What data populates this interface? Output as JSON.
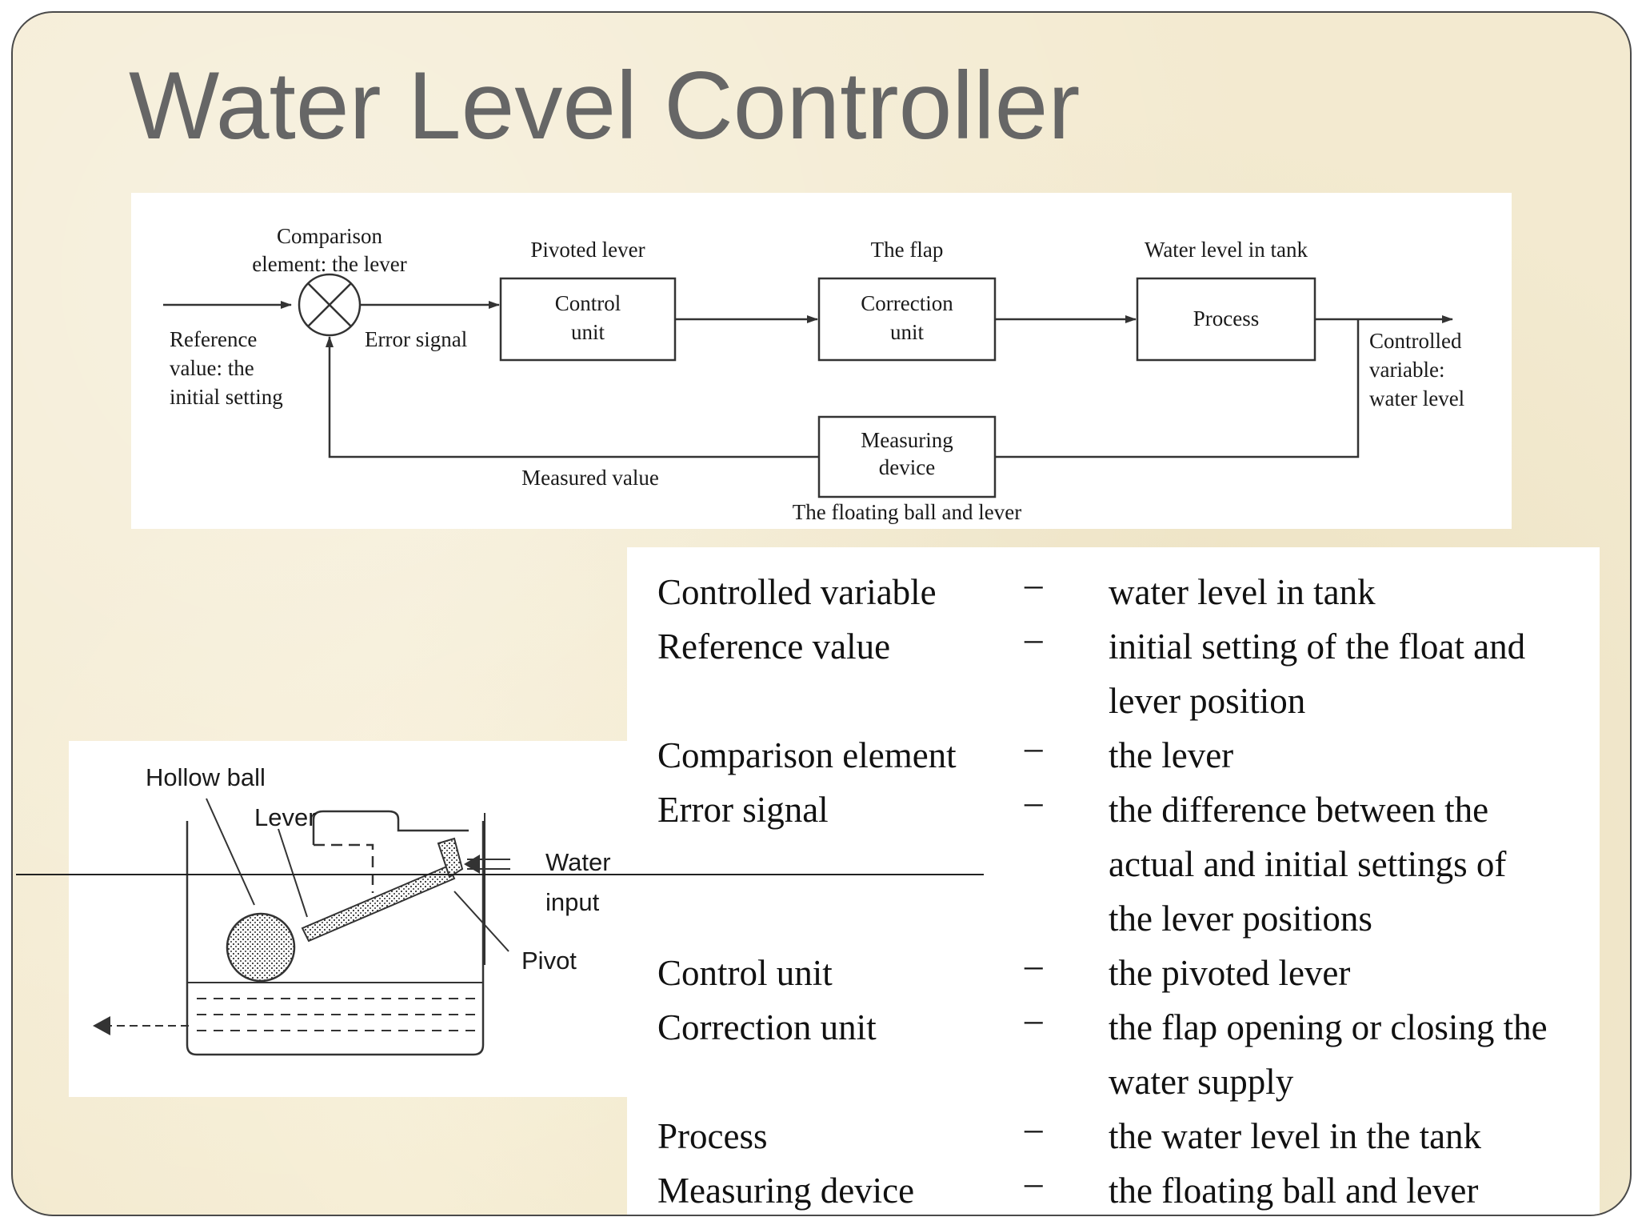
{
  "slide": {
    "title": "Water Level Controller"
  },
  "block_diagram": {
    "comparison_label": [
      "Comparison",
      "element: the lever"
    ],
    "reference_label": [
      "Reference",
      "value: the",
      "initial setting"
    ],
    "error_signal_label": "Error signal",
    "control_unit": {
      "caption": "Pivoted lever",
      "box_lines": [
        "Control",
        "unit"
      ]
    },
    "correction_unit": {
      "caption": "The flap",
      "box_lines": [
        "Correction",
        "unit"
      ]
    },
    "process": {
      "caption": "Water level in tank",
      "box_lines": [
        "Process"
      ]
    },
    "output_label": [
      "Controlled",
      "variable:",
      "water level"
    ],
    "measuring_device": {
      "box_lines": [
        "Measuring",
        "device"
      ],
      "caption": "The floating ball and lever"
    },
    "measured_value_label": "Measured value"
  },
  "sketch": {
    "hollow_ball_label": "Hollow ball",
    "lever_label": "Lever",
    "water_input_label": [
      "Water",
      "input"
    ],
    "pivot_label": "Pivot"
  },
  "definitions": [
    {
      "term": "Controlled variable",
      "dash": "–",
      "desc": [
        "water level in tank"
      ]
    },
    {
      "term": "Reference value",
      "dash": "–",
      "desc": [
        "initial setting of the float and",
        "lever position"
      ]
    },
    {
      "term": "Comparison element",
      "dash": "–",
      "desc": [
        "the lever"
      ]
    },
    {
      "term": "Error signal",
      "dash": "–",
      "desc": [
        "the difference between the",
        "actual and initial settings of",
        "the lever positions"
      ]
    },
    {
      "term": "Control unit",
      "dash": "–",
      "desc": [
        "the pivoted lever"
      ]
    },
    {
      "term": "Correction unit",
      "dash": "–",
      "desc": [
        "the flap opening or closing the",
        "water supply"
      ]
    },
    {
      "term": "Process",
      "dash": "–",
      "desc": [
        "the water level in the tank"
      ]
    },
    {
      "term": "Measuring device",
      "dash": "–",
      "desc": [
        "the floating ball and lever"
      ]
    }
  ]
}
